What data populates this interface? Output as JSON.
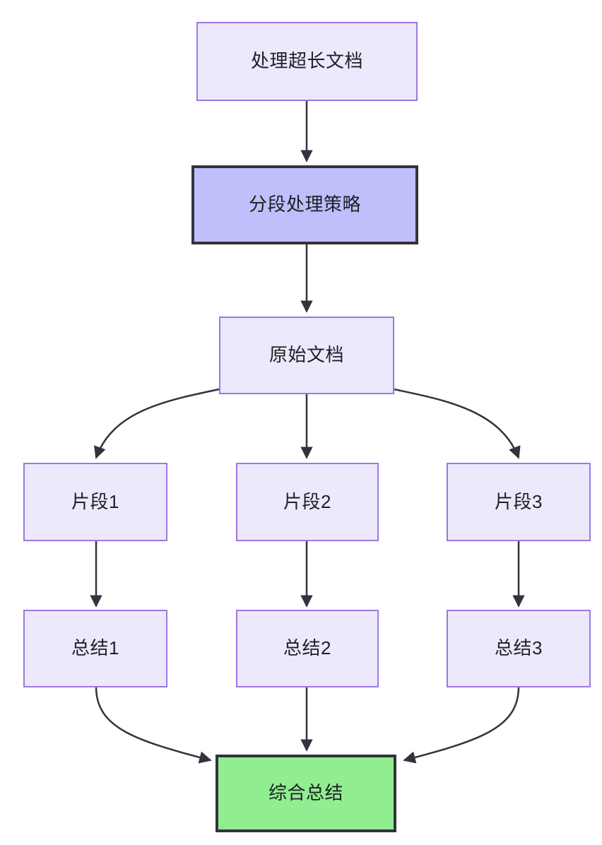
{
  "diagram": {
    "type": "flowchart",
    "direction": "top-to-bottom",
    "background_color": "#ffffff",
    "colors": {
      "plain_fill": "#ece9fc",
      "plain_border": "#9d77e0",
      "highlight_fill": "#bfbffb",
      "highlight_border": "#33333d",
      "result_fill": "#90ee90",
      "result_border": "#33333d",
      "edge_stroke": "#33333d",
      "text": "#1f1f26"
    },
    "nodes": [
      {
        "id": "doc_long",
        "label": "处理超长文档",
        "style": "plain"
      },
      {
        "id": "strategy",
        "label": "分段处理策略",
        "style": "highlight"
      },
      {
        "id": "source",
        "label": "原始文档",
        "style": "plain"
      },
      {
        "id": "chunk1",
        "label": "片段1",
        "style": "plain"
      },
      {
        "id": "chunk2",
        "label": "片段2",
        "style": "plain"
      },
      {
        "id": "chunk3",
        "label": "片段3",
        "style": "plain"
      },
      {
        "id": "summary1",
        "label": "总结1",
        "style": "plain"
      },
      {
        "id": "summary2",
        "label": "总结2",
        "style": "plain"
      },
      {
        "id": "summary3",
        "label": "总结3",
        "style": "plain"
      },
      {
        "id": "final",
        "label": "综合总结",
        "style": "result"
      }
    ],
    "edges": [
      {
        "from": "doc_long",
        "to": "strategy",
        "label": ""
      },
      {
        "from": "strategy",
        "to": "source",
        "label": ""
      },
      {
        "from": "source",
        "to": "chunk1",
        "label": ""
      },
      {
        "from": "source",
        "to": "chunk2",
        "label": ""
      },
      {
        "from": "source",
        "to": "chunk3",
        "label": ""
      },
      {
        "from": "chunk1",
        "to": "summary1",
        "label": ""
      },
      {
        "from": "chunk2",
        "to": "summary2",
        "label": ""
      },
      {
        "from": "chunk3",
        "to": "summary3",
        "label": ""
      },
      {
        "from": "summary1",
        "to": "final",
        "label": ""
      },
      {
        "from": "summary2",
        "to": "final",
        "label": ""
      },
      {
        "from": "summary3",
        "to": "final",
        "label": ""
      }
    ]
  }
}
